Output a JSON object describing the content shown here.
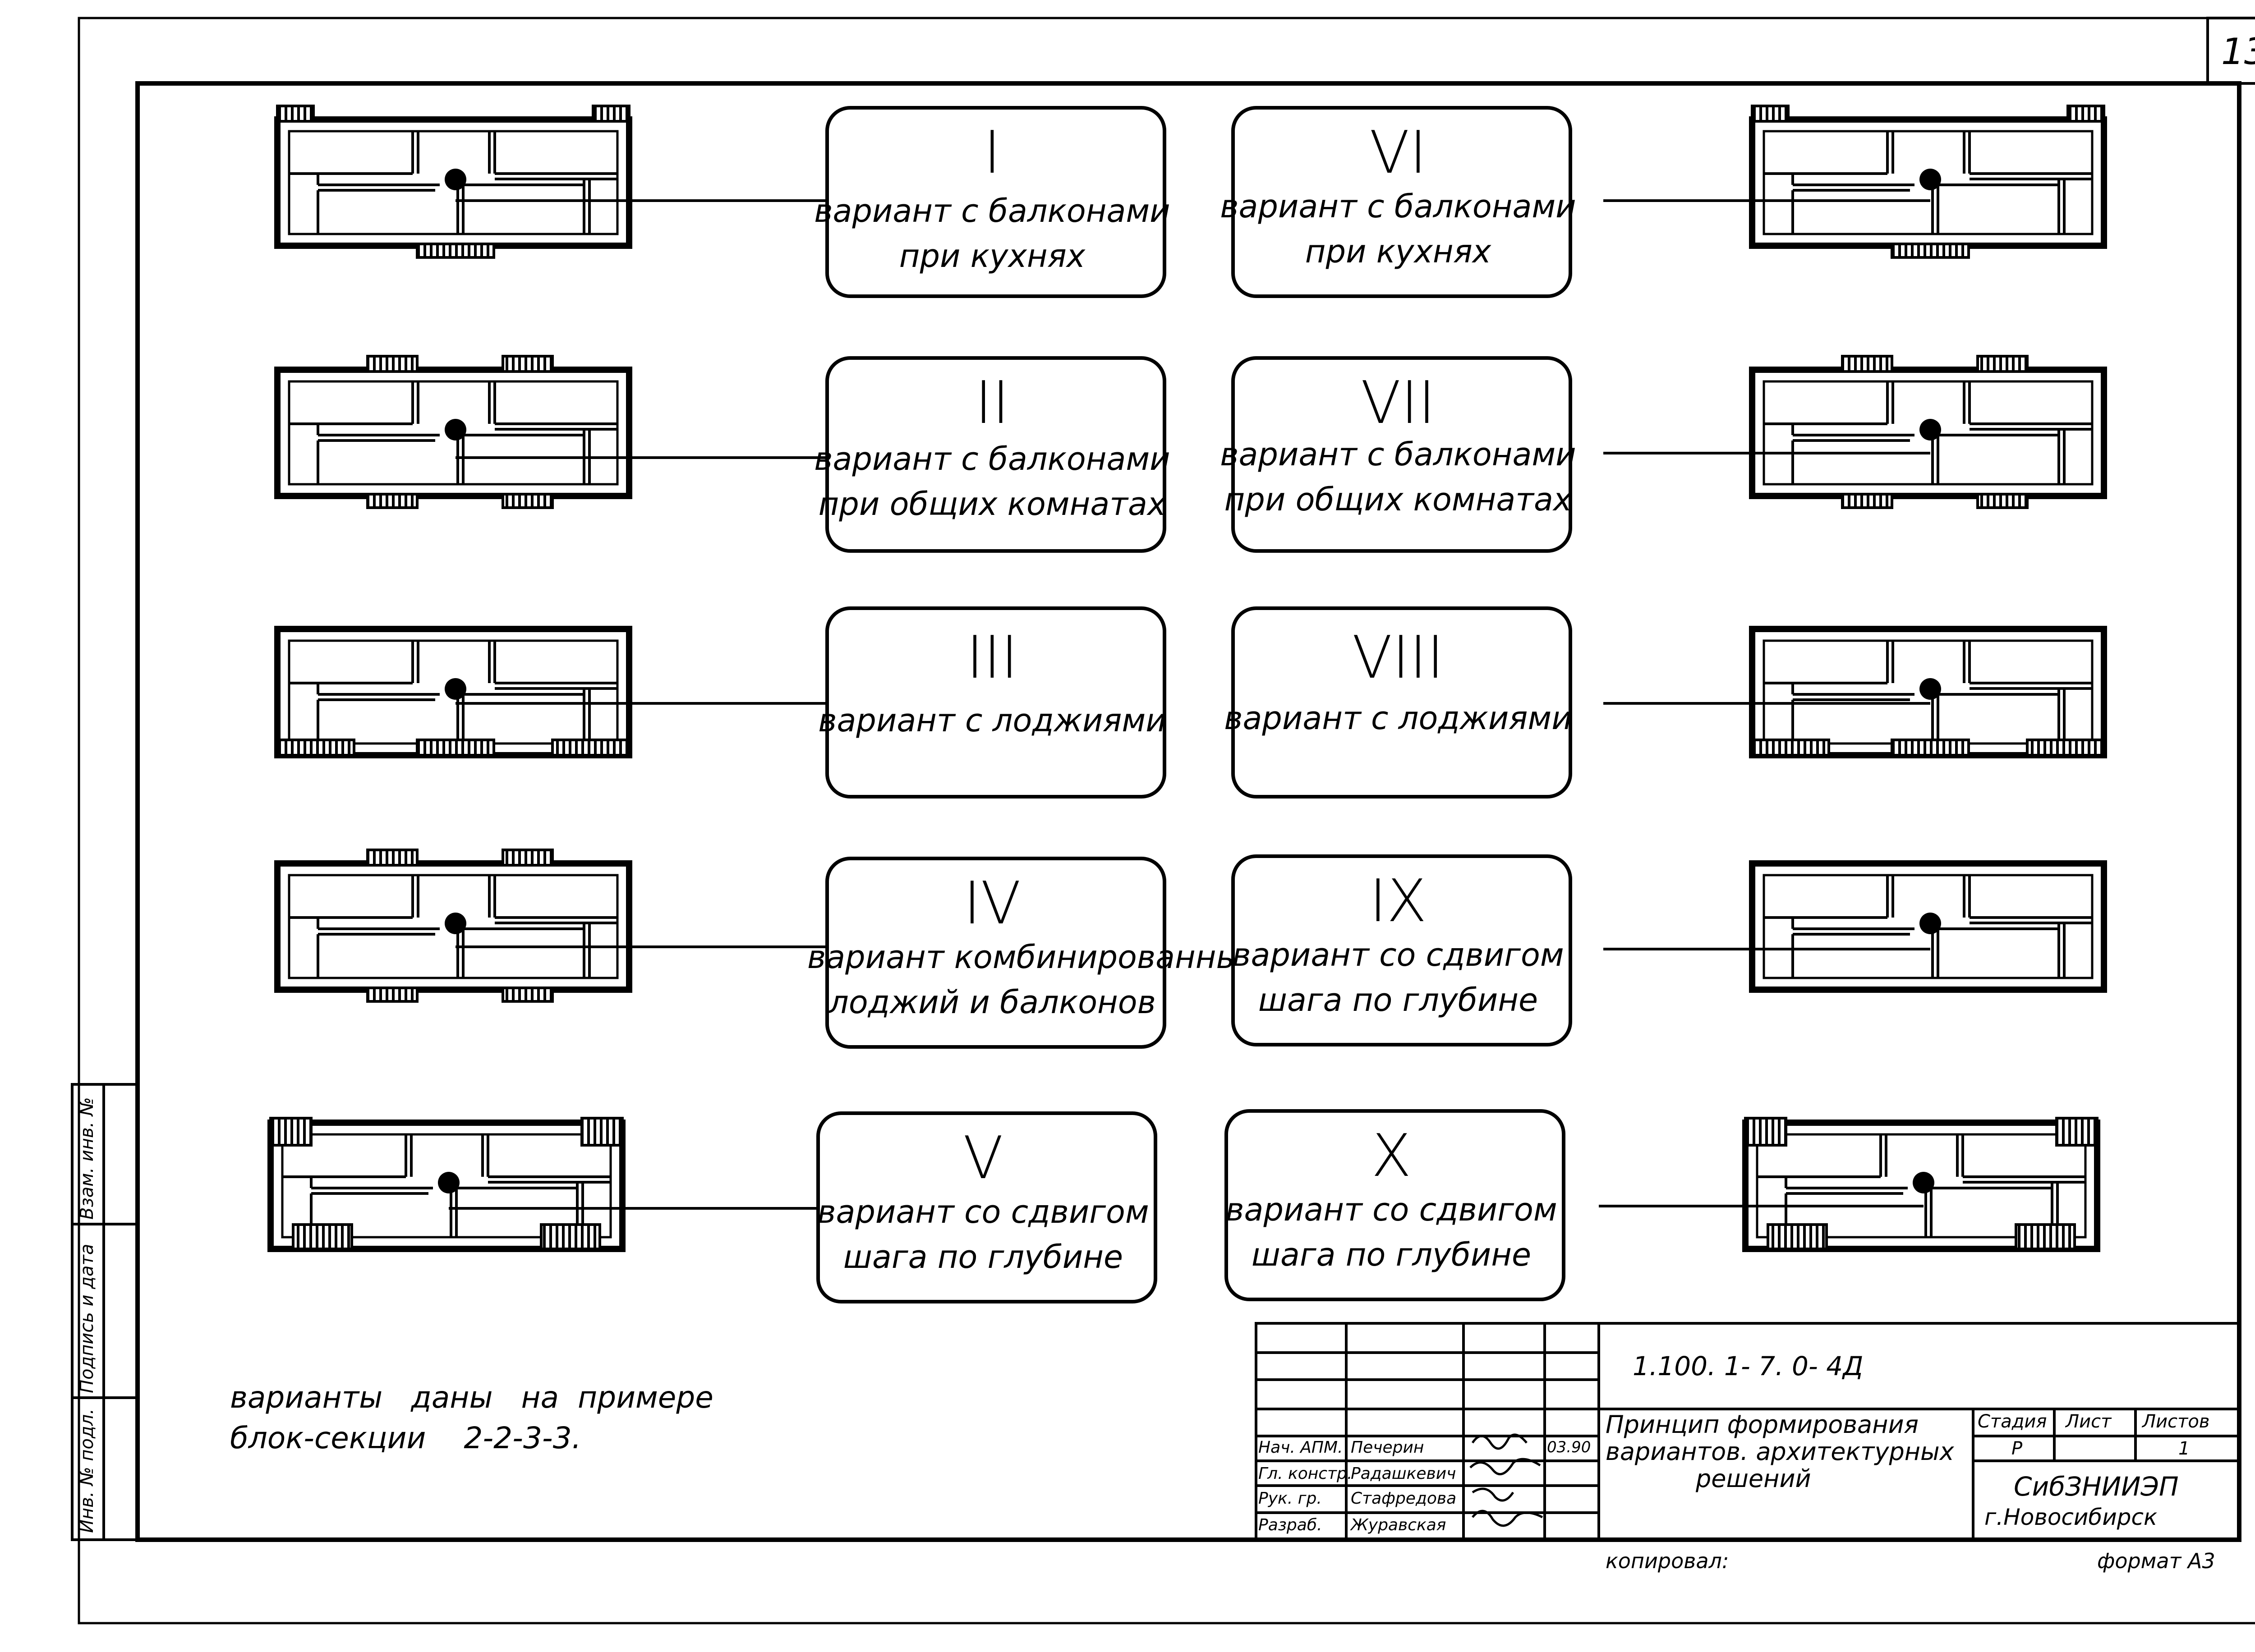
{
  "sheet": {
    "page_number": "13",
    "note_line1": "варианты   даны   на  примере",
    "note_line2": "блок-секции    2-2-3-3."
  },
  "variants": [
    {
      "numeral": "I",
      "line1": "вариант с балконами",
      "line2": "при кухнях"
    },
    {
      "numeral": "II",
      "line1": "вариант с балконами",
      "line2": "при общих комнатах"
    },
    {
      "numeral": "III",
      "line1": "вариант с лоджиями",
      "line2": ""
    },
    {
      "numeral": "IV",
      "line1": "вариант комбинированных",
      "line2": "лоджий и балконов"
    },
    {
      "numeral": "V",
      "line1": "вариант со  сдвигом",
      "line2": "шага по глубине"
    },
    {
      "numeral": "VI",
      "line1": "вариант с балконами",
      "line2": "при кухнях"
    },
    {
      "numeral": "VII",
      "line1": "вариант с балконами",
      "line2": "при общих комнатах"
    },
    {
      "numeral": "VIII",
      "line1": "вариант с лоджиями",
      "line2": ""
    },
    {
      "numeral": "IX",
      "line1": "вариант со сдвигом",
      "line2": "шага по глубине"
    },
    {
      "numeral": "X",
      "line1": "вариант со сдвигом",
      "line2": "шага по глубине"
    }
  ],
  "side_stamp": {
    "inv_podl": "Инв. № подл.",
    "podpis": "Подпись и дата",
    "vzam": "Взам. инв. №"
  },
  "title_block": {
    "code": "1.100. 1- 7. 0- 4Д",
    "title_line1": "Принцип формирования",
    "title_line2": "вариантов. архитектурных",
    "title_line3": "решений",
    "stage_label": "Стадия",
    "sheet_label": "Лист",
    "sheets_label": "Листов",
    "stage_value": "Р",
    "sheets_value": "1",
    "org_line1": "СибЗНИИЭП",
    "org_line2": "г.Новосибирск",
    "date": "03.90",
    "roles": [
      {
        "role": "Нач. АПМ.",
        "name": "Печерин"
      },
      {
        "role": "Гл. констр.",
        "name": "Радашкевич"
      },
      {
        "role": "Рук. гр.",
        "name": "Стафредова"
      },
      {
        "role": "Разраб.",
        "name": "Журавская"
      }
    ],
    "copied_by": "копировал:",
    "format_label": "формат А3"
  }
}
